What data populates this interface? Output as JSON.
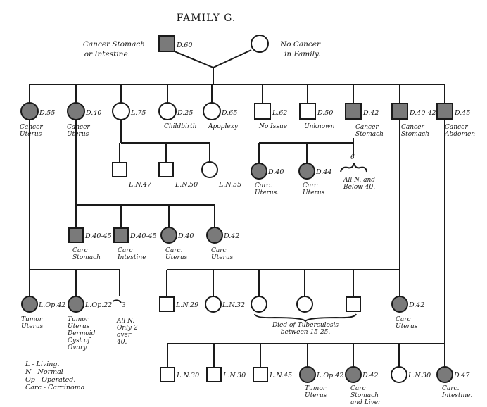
{
  "title": "FAMILY G.",
  "colors": {
    "ink": "#1a1a1a",
    "affected_fill": "#7a7a7a",
    "paper": "#ffffff"
  },
  "parents": {
    "father": {
      "shape": "square",
      "affected": true,
      "tag": "D.60",
      "note": [
        "Cancer Stomach",
        "or Intestine."
      ]
    },
    "mother": {
      "shape": "circle",
      "affected": false,
      "note": [
        "No Cancer",
        "in Family."
      ]
    }
  },
  "children": [
    {
      "id": "c1",
      "shape": "circle",
      "affected": true,
      "tag": "D.55",
      "caption": [
        "Cancer",
        "Uterus"
      ]
    },
    {
      "id": "c2",
      "shape": "circle",
      "affected": true,
      "tag": "D.40",
      "caption": [
        "Cancer",
        "Uterus"
      ]
    },
    {
      "id": "c3",
      "shape": "circle",
      "affected": false,
      "tag": "L.75",
      "caption": []
    },
    {
      "id": "c4",
      "shape": "circle",
      "affected": false,
      "tag": "D.25",
      "caption": [
        "Childbirth"
      ]
    },
    {
      "id": "c5",
      "shape": "circle",
      "affected": false,
      "tag": "D.65",
      "caption": [
        "Apoplexy"
      ]
    },
    {
      "id": "c6",
      "shape": "square",
      "affected": false,
      "tag": "L.62",
      "caption": [
        "No Issue"
      ]
    },
    {
      "id": "c7",
      "shape": "square",
      "affected": false,
      "tag": "D.50",
      "caption": [
        "Unknown"
      ]
    },
    {
      "id": "c8",
      "shape": "square",
      "affected": true,
      "tag": "D.42",
      "caption": [
        "Cancer",
        "Stomach"
      ]
    },
    {
      "id": "c9",
      "shape": "square",
      "affected": true,
      "tag": "D.40-42",
      "caption": [
        "Cancer",
        "Stomach"
      ]
    },
    {
      "id": "c10",
      "shape": "square",
      "affected": true,
      "tag": "D.45",
      "caption": [
        "Cancer",
        "Abdomen"
      ]
    }
  ],
  "c3_children": [
    {
      "shape": "square",
      "affected": false,
      "tag": "L.N.47"
    },
    {
      "shape": "square",
      "affected": false,
      "tag": "L.N.50"
    },
    {
      "shape": "circle",
      "affected": false,
      "tag": "L.N.55"
    }
  ],
  "c8_children": [
    {
      "shape": "circle",
      "affected": true,
      "tag": "D.40",
      "caption": [
        "Carc.",
        "Uterus."
      ]
    },
    {
      "shape": "circle",
      "affected": true,
      "tag": "D.44",
      "caption": [
        "Carc",
        "Uterus"
      ]
    },
    {
      "shape": "group",
      "tag": "6",
      "caption": [
        "All N. and",
        "Below 40."
      ]
    }
  ],
  "c2_children": [
    {
      "shape": "square",
      "affected": true,
      "tag": "D.40-45",
      "caption": [
        "Carc",
        "Stomach"
      ]
    },
    {
      "shape": "square",
      "affected": true,
      "tag": "D.40-45",
      "caption": [
        "Carc",
        "Intestine"
      ]
    },
    {
      "shape": "circle",
      "affected": true,
      "tag": "D.40",
      "caption": [
        "Carc.",
        "Uterus"
      ]
    },
    {
      "shape": "circle",
      "affected": true,
      "tag": "D.42",
      "caption": [
        "Carc",
        "Uterus"
      ]
    }
  ],
  "c1_children": [
    {
      "shape": "circle",
      "affected": true,
      "tag": "L.Op.42",
      "caption": [
        "Tumor",
        "Uterus"
      ]
    },
    {
      "shape": "circle",
      "affected": true,
      "tag": "L.Op.22",
      "caption": [
        "Tumor",
        "Uterus",
        "Dermoid",
        "Cyst of",
        "Ovary."
      ]
    },
    {
      "shape": "group",
      "tag": "3",
      "caption": [
        "All N.",
        "Only 2",
        "over",
        "40."
      ]
    }
  ],
  "c9_children": [
    {
      "shape": "square",
      "affected": false,
      "tag": "L.N.29"
    },
    {
      "shape": "circle",
      "affected": false,
      "tag": "L.N.32"
    },
    {
      "shape": "circle",
      "affected": false,
      "tag": ""
    },
    {
      "shape": "circle",
      "affected": false,
      "tag": ""
    },
    {
      "shape": "square",
      "affected": false,
      "tag": ""
    },
    {
      "shape": "circle",
      "affected": true,
      "tag": "D.42",
      "caption": [
        "Carc",
        "Uterus"
      ]
    }
  ],
  "c9_brace_note": [
    "Died of Tuberculosis",
    "between 15-25."
  ],
  "c10_children": [
    {
      "shape": "square",
      "affected": false,
      "tag": "L.N.30"
    },
    {
      "shape": "square",
      "affected": false,
      "tag": "L.N.30"
    },
    {
      "shape": "square",
      "affected": false,
      "tag": "L.N.45"
    },
    {
      "shape": "circle",
      "affected": true,
      "tag": "L.Op.42",
      "caption": [
        "Tumor",
        "Uterus"
      ]
    },
    {
      "shape": "circle",
      "affected": true,
      "tag": "D.42",
      "caption": [
        "Carc",
        "Stomach",
        "and Liver"
      ]
    },
    {
      "shape": "circle",
      "affected": false,
      "tag": "L.N.30"
    },
    {
      "shape": "circle",
      "affected": true,
      "tag": "D.47",
      "caption": [
        "Carc.",
        "Intestine."
      ]
    }
  ],
  "legend": [
    "L - Living.",
    "N - Normal",
    "Op - Operated.",
    "Carc - Carcinoma"
  ]
}
